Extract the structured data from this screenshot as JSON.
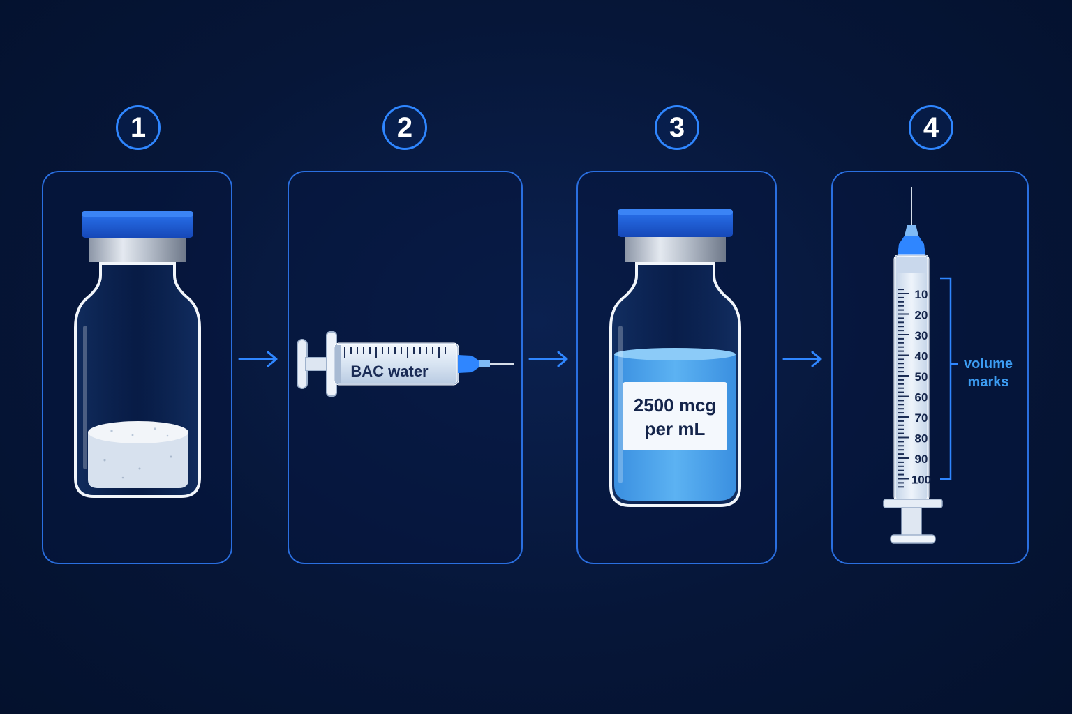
{
  "steps": [
    {
      "number": "1"
    },
    {
      "number": "2",
      "syringe_label": "BAC water"
    },
    {
      "number": "3",
      "vial_label_line1": "2500 mcg",
      "vial_label_line2": "per mL"
    },
    {
      "number": "4",
      "scale_labels": [
        "10",
        "20",
        "30",
        "40",
        "50",
        "60",
        "70",
        "80",
        "90",
        "100"
      ],
      "annotation_line1": "volume",
      "annotation_line2": "marks"
    }
  ],
  "colors": {
    "background": "#061638",
    "accent": "#2f86ff",
    "panel_border": "#2a6fe0",
    "cap_blue": "#1f63d6",
    "liquid": "#4aa3ea",
    "powder": "#e9eef5",
    "annotation": "#3c9cf2"
  },
  "icons": [
    "vial-powder-icon",
    "syringe-bac-water-icon",
    "vial-solution-icon",
    "insulin-syringe-icon",
    "arrow-right-icon"
  ]
}
